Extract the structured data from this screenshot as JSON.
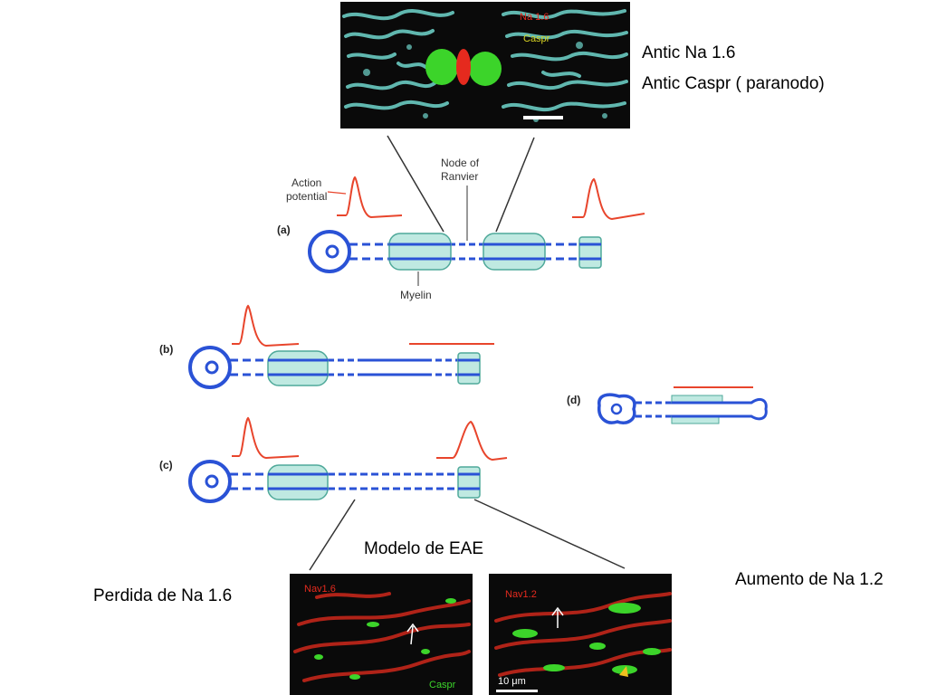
{
  "annotations": {
    "top_line1": "Antic Na 1.6",
    "top_line2": "Antic Caspr ( paranodo)",
    "model": "Modelo de EAE",
    "loss": "Perdida de Na 1.6",
    "increase": "Aumento de Na 1.2"
  },
  "diagram": {
    "action_potential_1": "Action",
    "action_potential_2": "potential",
    "node_1": "Node of",
    "node_2": "Ranvier",
    "myelin": "Myelin",
    "panel_a": "(a)",
    "panel_b": "(b)",
    "panel_c": "(c)",
    "panel_d": "(d)"
  },
  "micrographs": {
    "top_label_na": "Na 1.6",
    "top_label_caspr": "Caspr",
    "left_label_na": "Nav1.6",
    "left_label_caspr": "Caspr",
    "right_label_na": "Nav1.2",
    "scale": "10 μm"
  },
  "colors": {
    "axon_blue": "#2a52d6",
    "myelin_fill": "#bfe9e1",
    "myelin_stroke": "#4fa99a",
    "signal_red": "#e8452c",
    "micro_bg": "#0a0a0a",
    "micro_cyan": "#6fd6cc",
    "micro_green": "#3cd42a",
    "micro_red": "#e52a1e"
  }
}
